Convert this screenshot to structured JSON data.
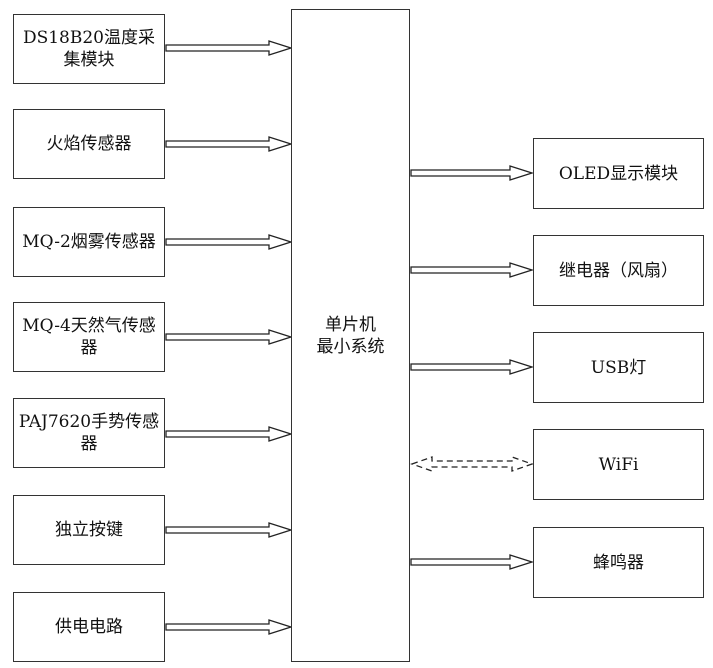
{
  "inputs": [
    {
      "id": "temp",
      "label": "DS18B20温度采集模块"
    },
    {
      "id": "flame",
      "label": "火焰传感器"
    },
    {
      "id": "smoke",
      "label": "MQ-2烟雾传感器"
    },
    {
      "id": "gas",
      "label": "MQ-4天然气传感器"
    },
    {
      "id": "gesture",
      "label": "PAJ7620手势传感器"
    },
    {
      "id": "button",
      "label": "独立按键"
    },
    {
      "id": "power",
      "label": "供电电路"
    }
  ],
  "mcu": {
    "label_line1": "单片机",
    "label_line2": "最小系统"
  },
  "outputs": [
    {
      "id": "oled",
      "label": "OLED显示模块",
      "link": "out"
    },
    {
      "id": "relay",
      "label": "继电器（风扇）",
      "link": "out"
    },
    {
      "id": "usb",
      "label": "USB灯",
      "link": "out"
    },
    {
      "id": "wifi",
      "label": "WiFi",
      "link": "bidirectional-dashed"
    },
    {
      "id": "buzzer",
      "label": "蜂鸣器",
      "link": "out"
    }
  ]
}
